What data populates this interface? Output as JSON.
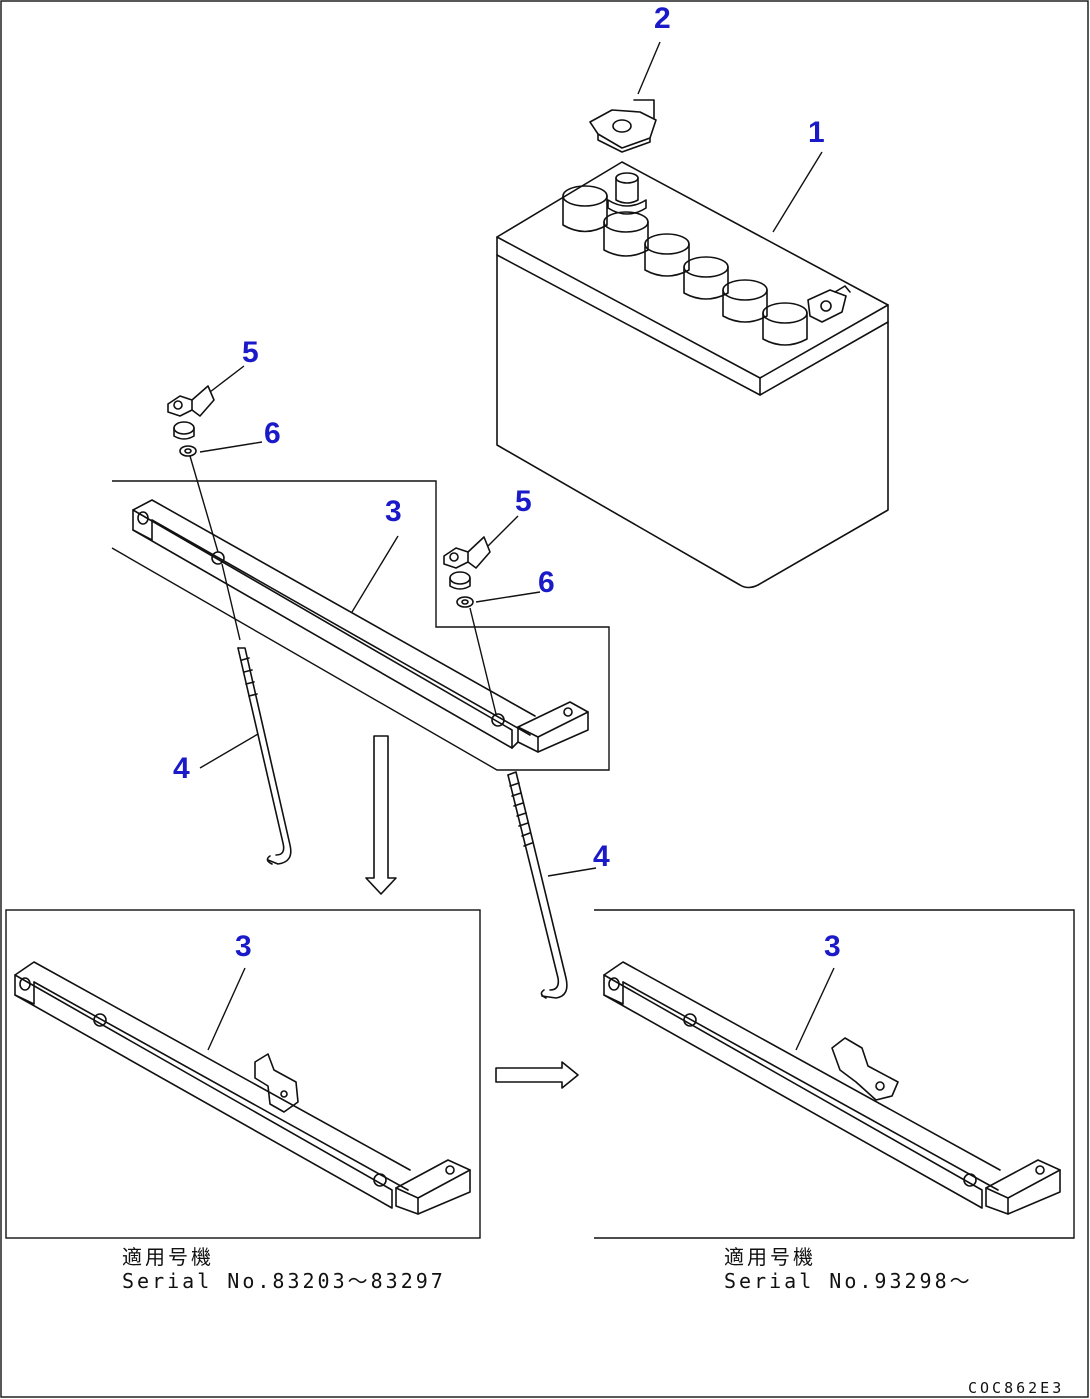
{
  "parts": {
    "battery": "1",
    "terminal": "2",
    "hold_down_bar": "3",
    "rod": "4",
    "nut": "5",
    "washer": "6"
  },
  "variants": {
    "left": {
      "label_jp": "適用号機",
      "label_serial": "Serial No.83203～83297",
      "part": "3"
    },
    "right": {
      "label_jp": "適用号機",
      "label_serial": "Serial No.93298～",
      "part": "3"
    }
  },
  "drawing_code": "COC862E3"
}
